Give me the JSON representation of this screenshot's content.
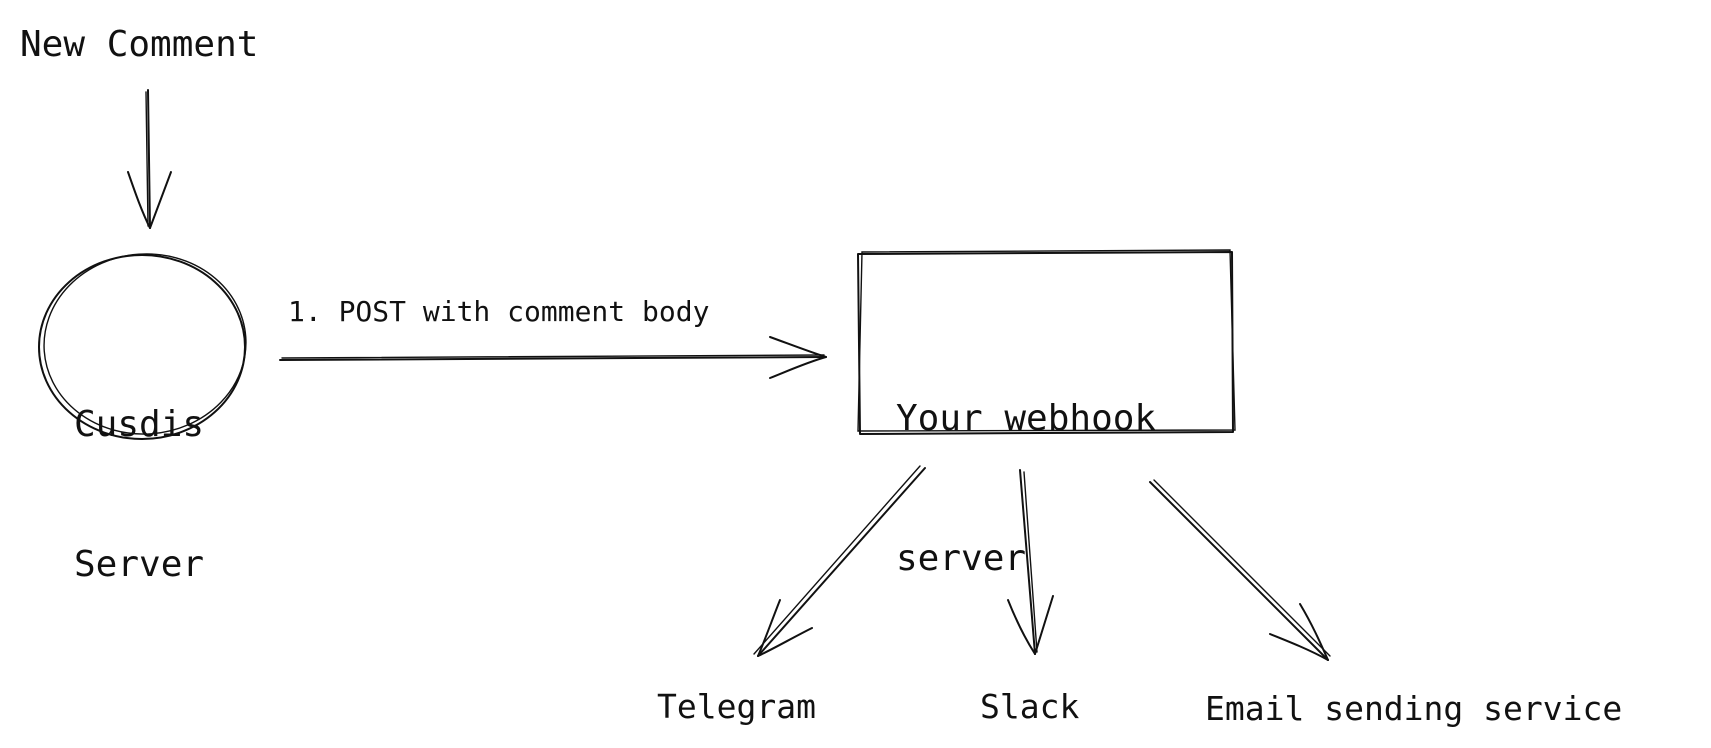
{
  "trigger": {
    "label": "New Comment"
  },
  "source_node": {
    "line1": "Cusdis",
    "line2": "Server"
  },
  "request_edge": {
    "label": "1. POST with comment body"
  },
  "webhook_node": {
    "line1": "Your webhook",
    "line2": "server"
  },
  "targets": [
    {
      "label": "Telegram"
    },
    {
      "label": "Slack"
    },
    {
      "label": "Email sending service"
    }
  ],
  "colors": {
    "ink": "#111111",
    "background": "#ffffff"
  }
}
